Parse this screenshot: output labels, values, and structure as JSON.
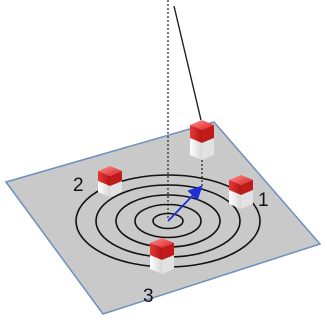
{
  "labels": {
    "station_1": "1",
    "station_2": "2",
    "station_3": "3"
  },
  "colors": {
    "plate_fill": "#c9c9c9",
    "plate_edge": "#6f8fbf",
    "rings": "#111111",
    "block_top": "#e23a3a",
    "block_bottom": "#f4f4f4",
    "vector": "#1c2fd6",
    "string": "#222222"
  }
}
